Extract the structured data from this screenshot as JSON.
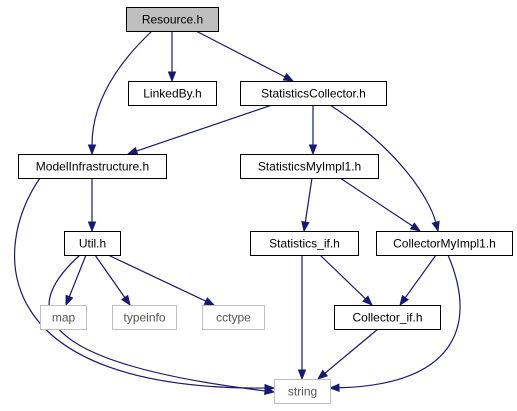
{
  "colors": {
    "edge": "#191970",
    "focus_fill": "#bfbfbf",
    "node_border": "#000000",
    "system_border": "#bfbfbf",
    "system_text": "#555555"
  },
  "nodes": [
    {
      "id": "resource_h",
      "label": "Resource.h",
      "kind": "focus"
    },
    {
      "id": "linkedby_h",
      "label": "LinkedBy.h",
      "kind": "file"
    },
    {
      "id": "statisticscollector_h",
      "label": "StatisticsCollector.h",
      "kind": "file"
    },
    {
      "id": "modelinfrastructure_h",
      "label": "ModelInfrastructure.h",
      "kind": "file"
    },
    {
      "id": "statisticsmyimpl1_h",
      "label": "StatisticsMyImpl1.h",
      "kind": "file"
    },
    {
      "id": "util_h",
      "label": "Util.h",
      "kind": "file"
    },
    {
      "id": "statistics_if_h",
      "label": "Statistics_if.h",
      "kind": "file"
    },
    {
      "id": "collectormyimpl1_h",
      "label": "CollectorMyImpl1.h",
      "kind": "file"
    },
    {
      "id": "map",
      "label": "map",
      "kind": "system"
    },
    {
      "id": "typeinfo",
      "label": "typeinfo",
      "kind": "system"
    },
    {
      "id": "cctype",
      "label": "cctype",
      "kind": "system"
    },
    {
      "id": "collector_if_h",
      "label": "Collector_if.h",
      "kind": "file"
    },
    {
      "id": "string",
      "label": "string",
      "kind": "system"
    }
  ],
  "edges": [
    {
      "from": "resource_h",
      "to": "linkedby_h"
    },
    {
      "from": "resource_h",
      "to": "statisticscollector_h"
    },
    {
      "from": "resource_h",
      "to": "modelinfrastructure_h"
    },
    {
      "from": "statisticscollector_h",
      "to": "modelinfrastructure_h"
    },
    {
      "from": "statisticscollector_h",
      "to": "statisticsmyimpl1_h"
    },
    {
      "from": "statisticscollector_h",
      "to": "collectormyimpl1_h"
    },
    {
      "from": "modelinfrastructure_h",
      "to": "util_h"
    },
    {
      "from": "modelinfrastructure_h",
      "to": "string"
    },
    {
      "from": "statisticsmyimpl1_h",
      "to": "statistics_if_h"
    },
    {
      "from": "statisticsmyimpl1_h",
      "to": "collectormyimpl1_h"
    },
    {
      "from": "util_h",
      "to": "map"
    },
    {
      "from": "util_h",
      "to": "typeinfo"
    },
    {
      "from": "util_h",
      "to": "cctype"
    },
    {
      "from": "util_h",
      "to": "string"
    },
    {
      "from": "statistics_if_h",
      "to": "collector_if_h"
    },
    {
      "from": "statistics_if_h",
      "to": "string"
    },
    {
      "from": "collectormyimpl1_h",
      "to": "collector_if_h"
    },
    {
      "from": "collectormyimpl1_h",
      "to": "string"
    },
    {
      "from": "collector_if_h",
      "to": "string"
    }
  ]
}
